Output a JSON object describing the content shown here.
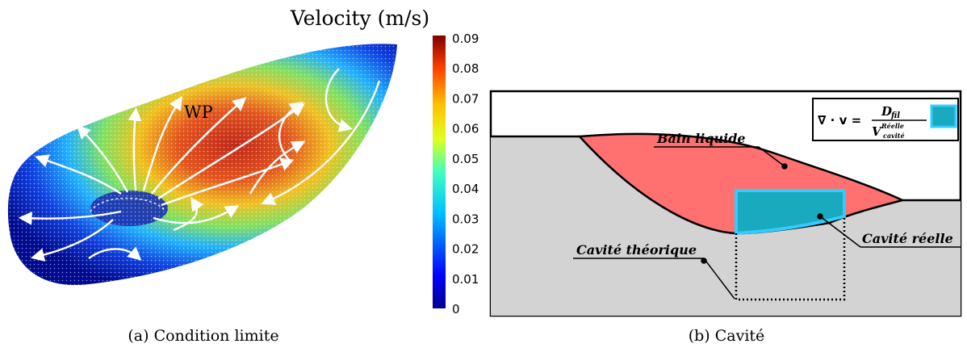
{
  "left_panel": {
    "title": "Velocity (m/s)",
    "region_label": "WP",
    "caption": "(a) Condition limite",
    "colorbar": {
      "ticks": [
        "0.09",
        "0.08",
        "0.07",
        "0.06",
        "0.05",
        "0.04",
        "0.03",
        "0.02",
        "0.01",
        "0"
      ],
      "min": 0,
      "max": 0.09,
      "colormap": [
        "#00008f",
        "#0000ff",
        "#00bfff",
        "#40ffbf",
        "#dfff20",
        "#ffbf00",
        "#ff4000",
        "#800000"
      ]
    }
  },
  "right_panel": {
    "caption": "(b) Cavité",
    "labels": {
      "bain": "Bain liquide",
      "cavite_reelle": "Cavité réelle",
      "cavite_theorique": "Cavité théorique"
    },
    "formula": {
      "lhs": "∇ · v =",
      "numerator": "D",
      "numerator_sub": "fil",
      "denominator": "V",
      "denominator_sup": "Réelle",
      "denominator_sub": "cavité"
    },
    "colors": {
      "bath": "#ff7070",
      "cavity": "#1aaabf",
      "cavity_border": "#33ccff",
      "solid": "#d3d3d3"
    }
  }
}
